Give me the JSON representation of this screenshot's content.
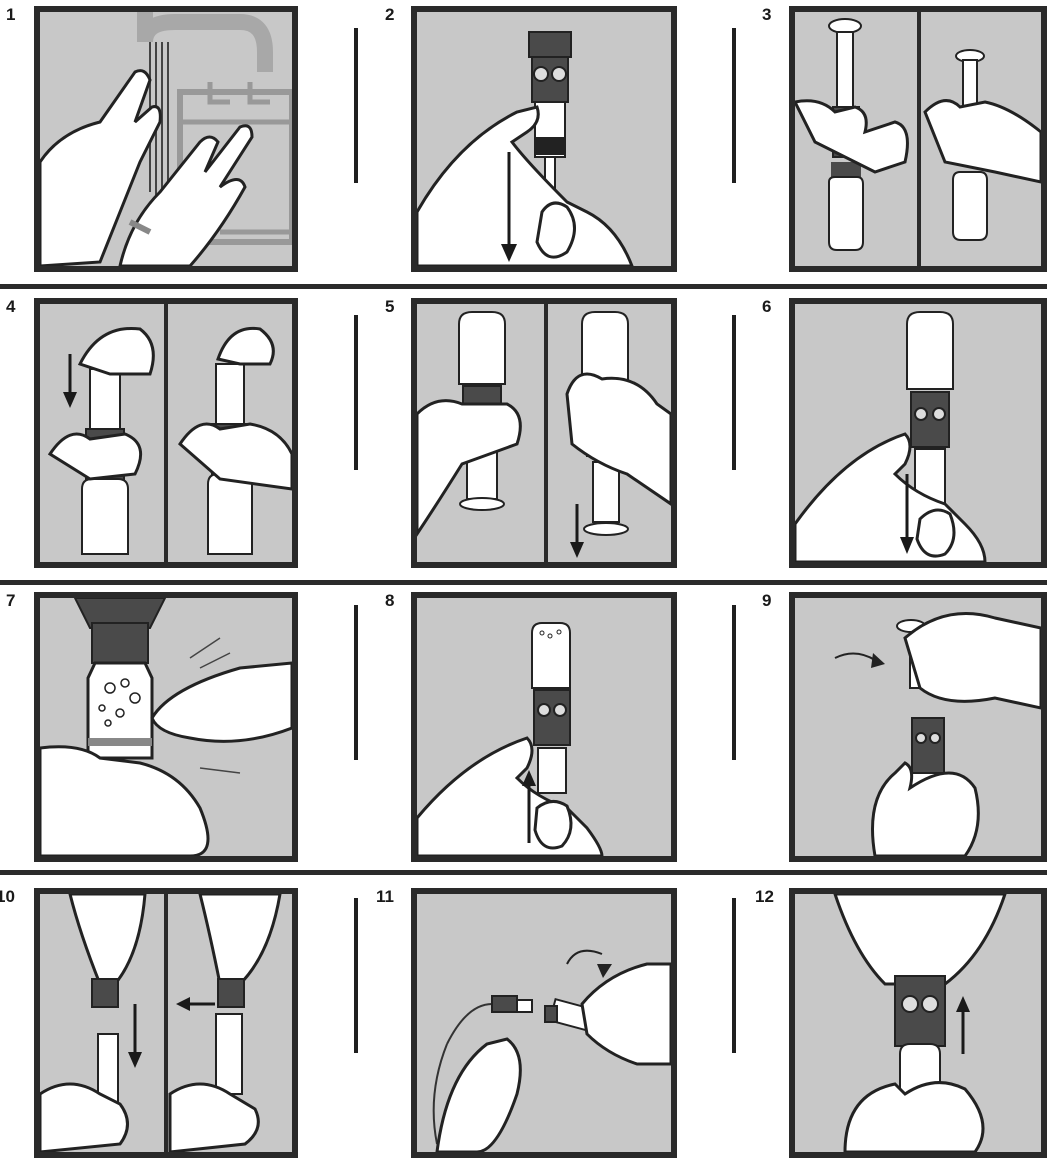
{
  "steps": [
    {
      "number": "1",
      "scene": "wash-hands"
    },
    {
      "number": "2",
      "scene": "pull-plunger"
    },
    {
      "number": "3",
      "scene": "attach-syringe-to-vial-adapter"
    },
    {
      "number": "4",
      "scene": "push-plunger"
    },
    {
      "number": "5",
      "scene": "invert-and-draw"
    },
    {
      "number": "6",
      "scene": "draw-solution"
    },
    {
      "number": "7",
      "scene": "tap-air-bubbles"
    },
    {
      "number": "8",
      "scene": "push-air-back"
    },
    {
      "number": "9",
      "scene": "unscrew-syringe"
    },
    {
      "number": "10",
      "scene": "prepare-infusion-set"
    },
    {
      "number": "11",
      "scene": "connect-tubing"
    },
    {
      "number": "12",
      "scene": "remove-adapter"
    }
  ],
  "colors": {
    "panel_background": "#c8c8c8",
    "frame": "#2a2a2a",
    "device": "#4a4a4a",
    "accent_gray": "#808080"
  }
}
